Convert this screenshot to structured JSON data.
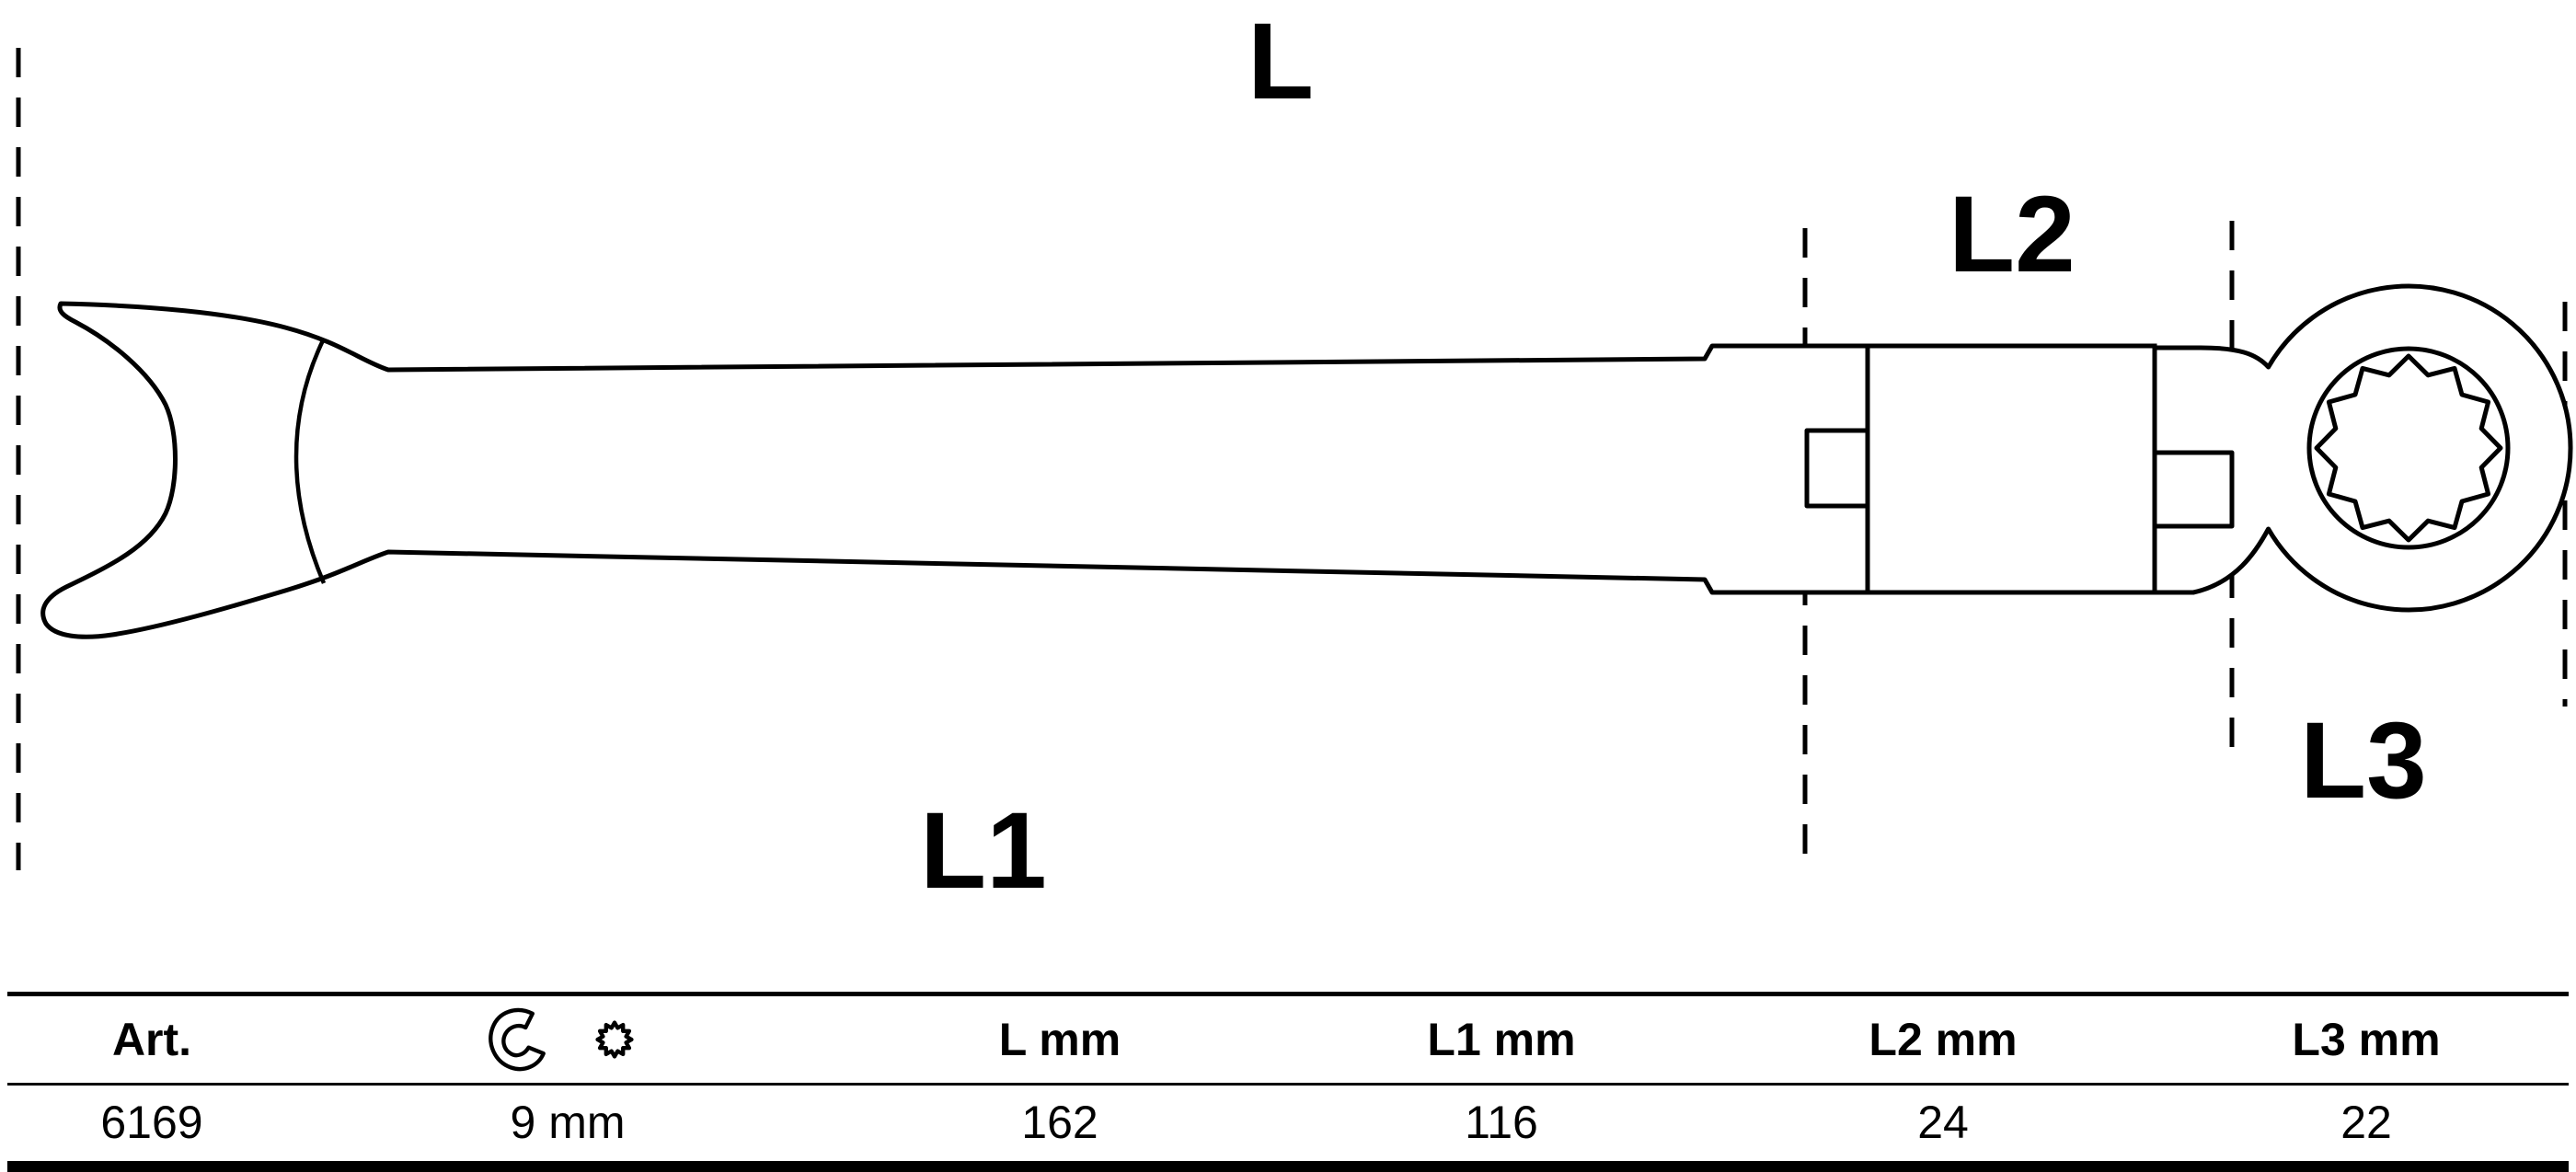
{
  "diagram": {
    "dimension_labels": {
      "l": "L",
      "l1": "L1",
      "l2": "L2",
      "l3": "L3"
    },
    "icons": [
      "open-end-wrench-icon",
      "twelve-point-ring-icon"
    ]
  },
  "table": {
    "headers": {
      "art": "Art.",
      "l": "L mm",
      "l1": "L1 mm",
      "l2": "L2 mm",
      "l3": "L3 mm"
    },
    "row": {
      "art": "6169",
      "size": "9 mm",
      "l": "162",
      "l1": "116",
      "l2": "24",
      "l3": "22"
    }
  },
  "colors": {
    "line": "#000000",
    "background": "#ffffff"
  }
}
